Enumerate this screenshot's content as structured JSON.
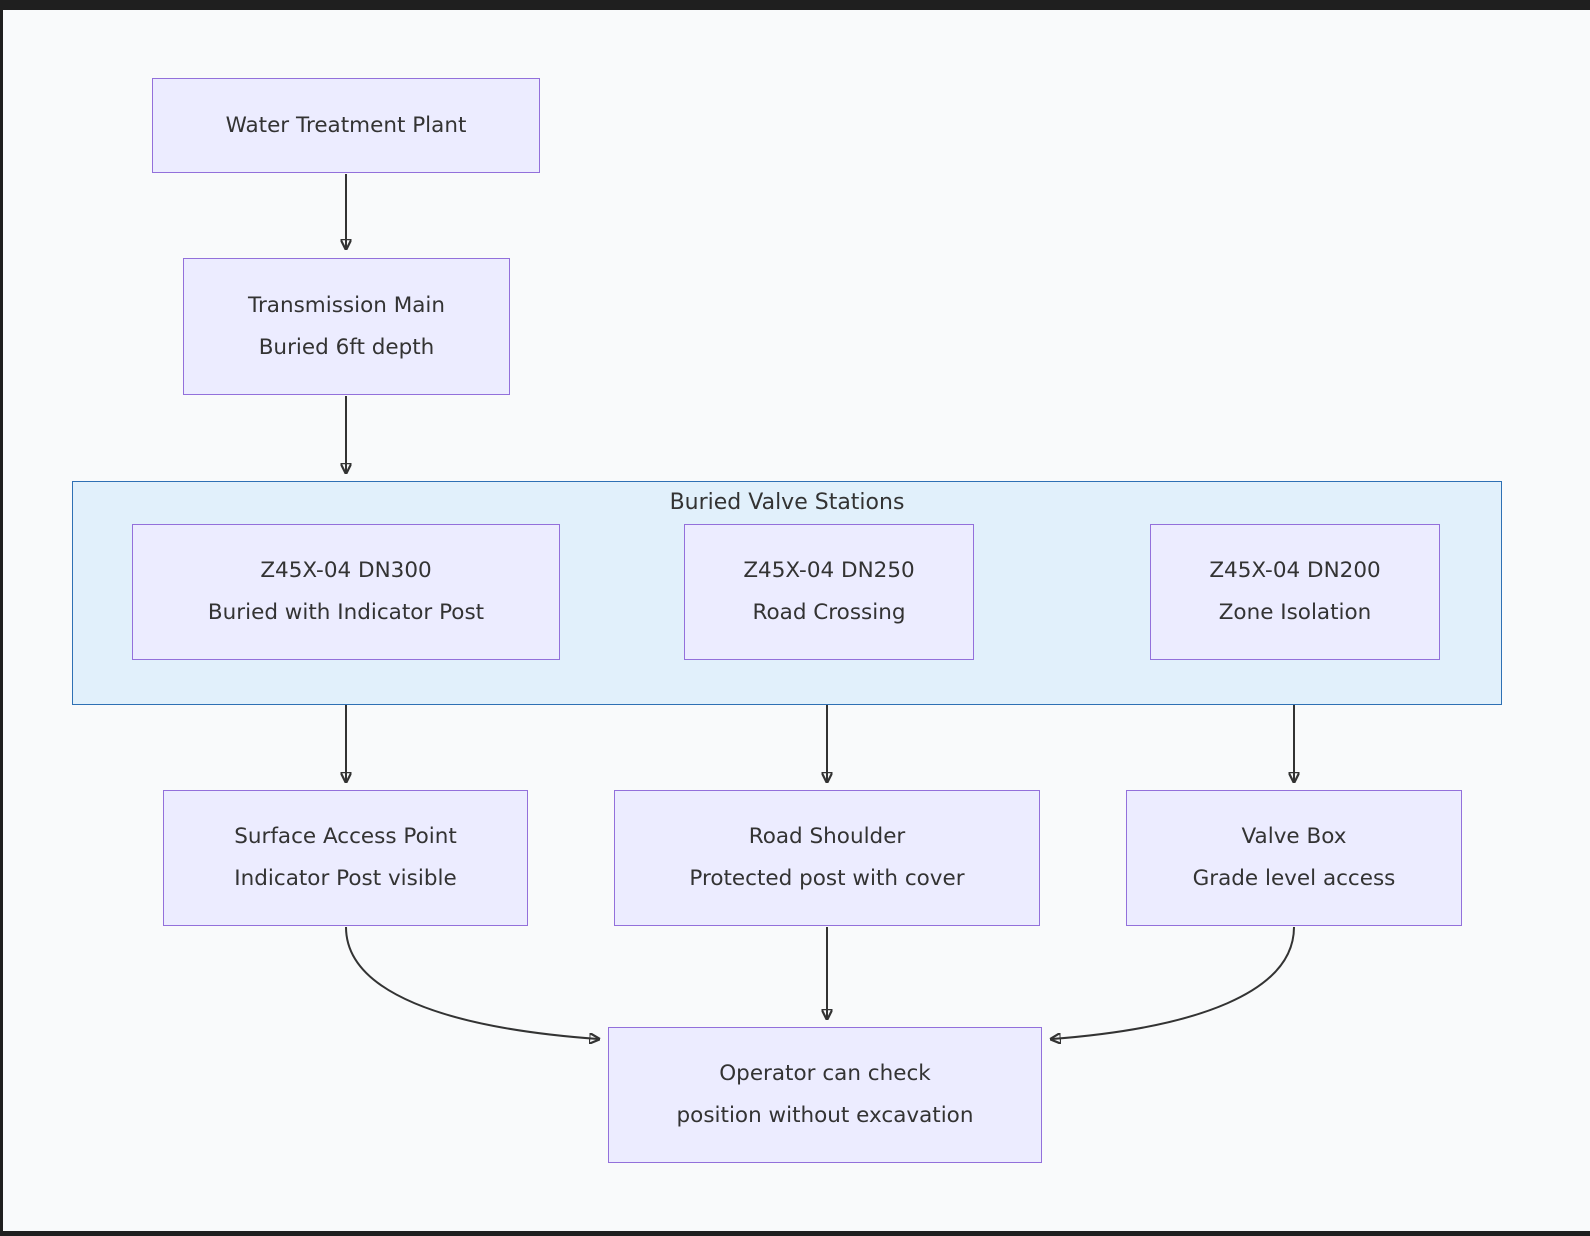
{
  "diagram": {
    "type": "flowchart",
    "direction": "top-down",
    "cluster": {
      "label": "Buried Valve Stations"
    },
    "nodes": {
      "plant": {
        "lines": [
          "Water Treatment Plant"
        ]
      },
      "main": {
        "lines": [
          "Transmission Main",
          "Buried 6ft depth"
        ]
      },
      "dn300": {
        "lines": [
          "Z45X-04 DN300",
          "Buried with Indicator Post"
        ]
      },
      "dn250": {
        "lines": [
          "Z45X-04 DN250",
          "Road Crossing"
        ]
      },
      "dn200": {
        "lines": [
          "Z45X-04 DN200",
          "Zone Isolation"
        ]
      },
      "surface": {
        "lines": [
          "Surface Access Point",
          "Indicator Post visible"
        ]
      },
      "shoulder": {
        "lines": [
          "Road Shoulder",
          "Protected post with cover"
        ]
      },
      "valvebox": {
        "lines": [
          "Valve Box",
          "Grade level access"
        ]
      },
      "operator": {
        "lines": [
          "Operator can check",
          "position without excavation"
        ]
      }
    },
    "edges": [
      {
        "from": "plant",
        "to": "main"
      },
      {
        "from": "main",
        "to": "cluster"
      },
      {
        "from": "dn300",
        "to": "surface"
      },
      {
        "from": "dn250",
        "to": "shoulder"
      },
      {
        "from": "dn200",
        "to": "valvebox"
      },
      {
        "from": "surface",
        "to": "operator"
      },
      {
        "from": "shoulder",
        "to": "operator"
      },
      {
        "from": "valvebox",
        "to": "operator"
      }
    ],
    "colors": {
      "node_fill": "#ECECFF",
      "node_border": "#9370DB",
      "cluster_fill": "#E1F0FB",
      "cluster_border": "#2E70B4",
      "edge": "#333333",
      "text": "#333333",
      "background": "#F9FAFB",
      "frame": "#1F1F1F"
    }
  }
}
